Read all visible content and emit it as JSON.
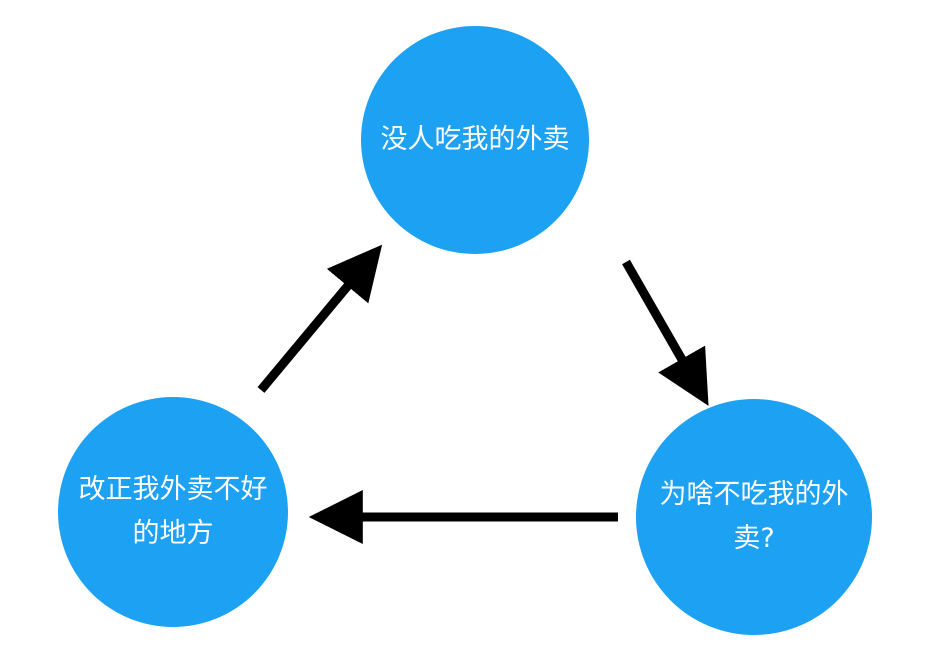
{
  "diagram": {
    "node_color": "#1da1f2",
    "text_color": "#ffffff",
    "arrow_color": "#000000",
    "nodes": {
      "top": {
        "label": "没人吃我的外卖"
      },
      "right": {
        "label": "为啥不吃我的外卖?"
      },
      "left": {
        "label": "改正我外卖不好的地方"
      }
    }
  }
}
